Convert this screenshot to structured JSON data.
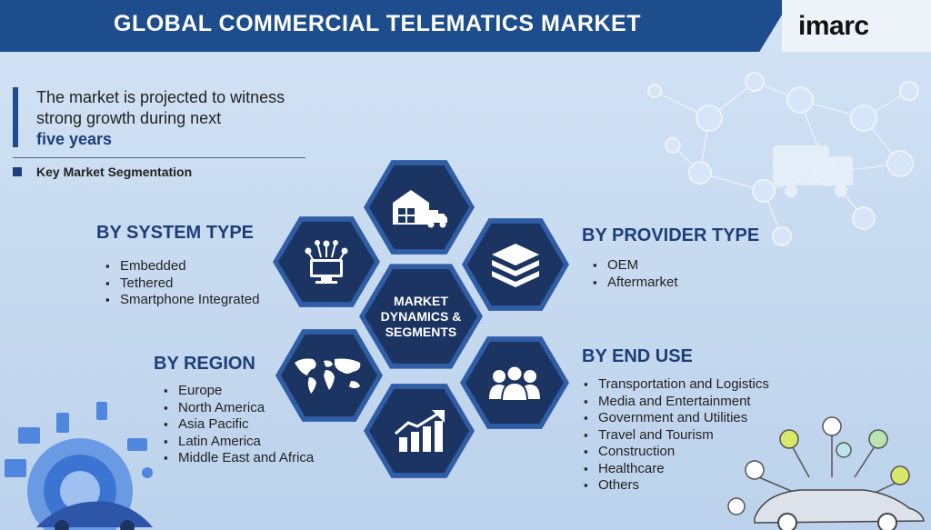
{
  "header": {
    "title": "GLOBAL COMMERCIAL TELEMATICS MARKET",
    "logo": "imarc"
  },
  "intro": {
    "line1": "The market is projected to witness",
    "line2": "strong growth during next",
    "highlight": "five years"
  },
  "key_segmentation": "Key Market Segmentation",
  "center": {
    "line1": "MARKET",
    "line2": "DYNAMICS &",
    "line3": "SEGMENTS"
  },
  "segments": {
    "system_type": {
      "title": "BY  SYSTEM TYPE",
      "items": [
        "Embedded",
        "Tethered",
        "Smartphone Integrated"
      ]
    },
    "region": {
      "title": "BY REGION",
      "items": [
        "Europe",
        "North America",
        "Asia Pacific",
        "Latin America",
        "Middle East and Africa"
      ]
    },
    "provider_type": {
      "title": "BY  PROVIDER TYPE",
      "items": [
        "OEM",
        "Aftermarket"
      ]
    },
    "end_use": {
      "title": "BY  END USE",
      "items": [
        "Transportation and Logistics",
        "Media and Entertainment",
        "Government and Utilities",
        "Travel and Tourism",
        "Construction",
        "Healthcare",
        "Others"
      ]
    }
  },
  "icons": {
    "top": "warehouse-truck-icon",
    "left_top": "network-monitor-icon",
    "right_top": "boxes-icon",
    "left_bottom": "world-map-icon",
    "right_bottom": "people-icon",
    "bottom": "growth-chart-icon"
  },
  "colors": {
    "title_bar": "#1d4d8c",
    "hex_outer": "#2f5da6",
    "hex_inner": "#1c3462",
    "heading": "#1d3f77"
  }
}
